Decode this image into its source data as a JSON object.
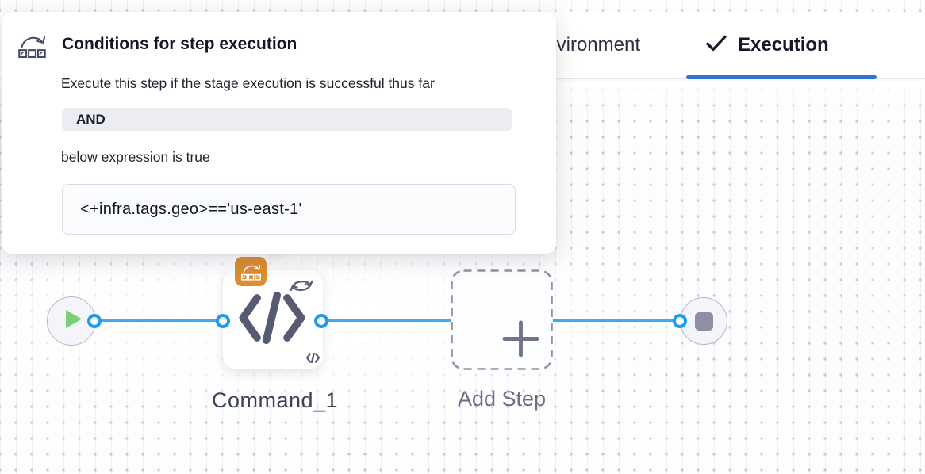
{
  "popover": {
    "title": "Conditions for step execution",
    "description": "Execute this step if the stage execution is successful thus far",
    "operator": "AND",
    "hint": "below expression is true",
    "expression": "<+infra.tags.geo>=='us-east-1'",
    "icon": "conditional-execution-icon"
  },
  "tabs": [
    {
      "label": "Environment",
      "active": false
    },
    {
      "label": "Execution",
      "active": true,
      "icon": "checkmark-icon"
    }
  ],
  "pipeline": {
    "start_node": "start",
    "end_node": "stop",
    "steps": [
      {
        "label": "Command_1",
        "type": "command",
        "icons": [
          "conditional-execution-badge",
          "looping-strategy-icon",
          "code-icon"
        ]
      },
      {
        "label": "Add Step",
        "type": "add-step-placeholder",
        "icons": [
          "plus-icon"
        ]
      }
    ]
  },
  "colors": {
    "tab_underline_blue": "#2d72d7",
    "connector_blue": "#3fa9f1",
    "port_ring_blue": "#1f9ceb",
    "badge_orange": "#dd8d33",
    "icon_slate": "#565b72",
    "play_green": "#79cf74",
    "stop_gray": "#8d90a3",
    "operator_chip_bg": "#ececf3",
    "expression_box_bg": "#fafbfd"
  }
}
